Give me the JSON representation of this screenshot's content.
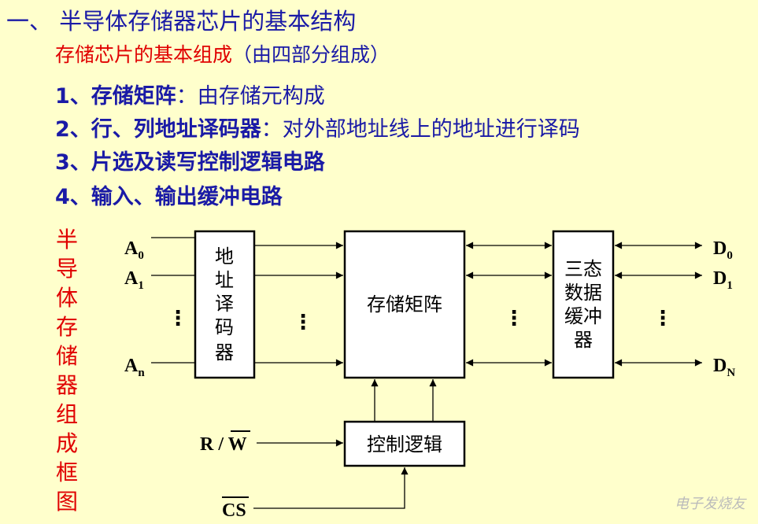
{
  "title": "一、 半导体存储器芯片的基本结构",
  "subtitle": {
    "red": "存储芯片的基本组成",
    "blue": "（由四部分组成）"
  },
  "items": [
    {
      "num": "1、",
      "name": "存储矩阵",
      "sep": "：",
      "desc": "由存储元构成"
    },
    {
      "num": "2、",
      "name": "行、列地址译码器",
      "sep": "：",
      "desc": "对外部地址线上的地址进行译码"
    },
    {
      "num": "3、",
      "name": "片选及读写控制逻辑电路",
      "sep": "",
      "desc": ""
    },
    {
      "num": "4、",
      "name": "输入、输出缓冲电路",
      "sep": "",
      "desc": ""
    }
  ],
  "vertical_label": "半导体存储器组成框图",
  "diagram": {
    "address_inputs": [
      {
        "main": "A",
        "sub": "0"
      },
      {
        "main": "A",
        "sub": "1"
      },
      {
        "main": "A",
        "sub": "n"
      }
    ],
    "data_outputs": [
      {
        "main": "D",
        "sub": "0"
      },
      {
        "main": "D",
        "sub": "1"
      },
      {
        "main": "D",
        "sub": "N"
      }
    ],
    "decoder_label": [
      "地",
      "址",
      "译",
      "码",
      "器"
    ],
    "matrix_label": "存储矩阵",
    "buffer_label": [
      "三态",
      "数据",
      "缓冲",
      "器"
    ],
    "control_label": "控制逻辑",
    "rw_label": {
      "r": "R / ",
      "w": "W"
    },
    "cs_label": "CS",
    "ellipsis": "⋮"
  },
  "watermark": "电子发烧友"
}
